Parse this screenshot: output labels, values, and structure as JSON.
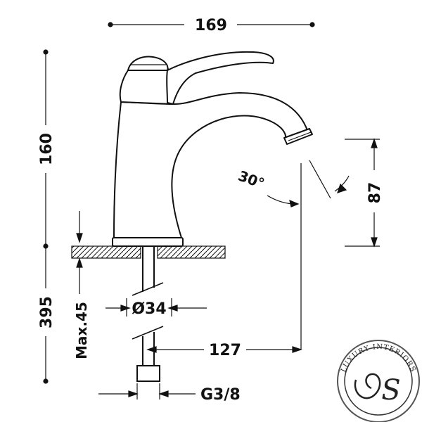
{
  "dimensions": {
    "overall_width": "169",
    "body_height": "160",
    "total_height": "395",
    "spout_height": "87",
    "max_thickness": "Max.45",
    "hole_diameter": "Ø34",
    "reach": "127",
    "connection": "G3/8",
    "angle": "30°"
  },
  "logo": {
    "ring_text": "LUXURY INTERIORS",
    "monogram": "S"
  },
  "colors": {
    "line": "#111111",
    "background": "#ffffff"
  }
}
